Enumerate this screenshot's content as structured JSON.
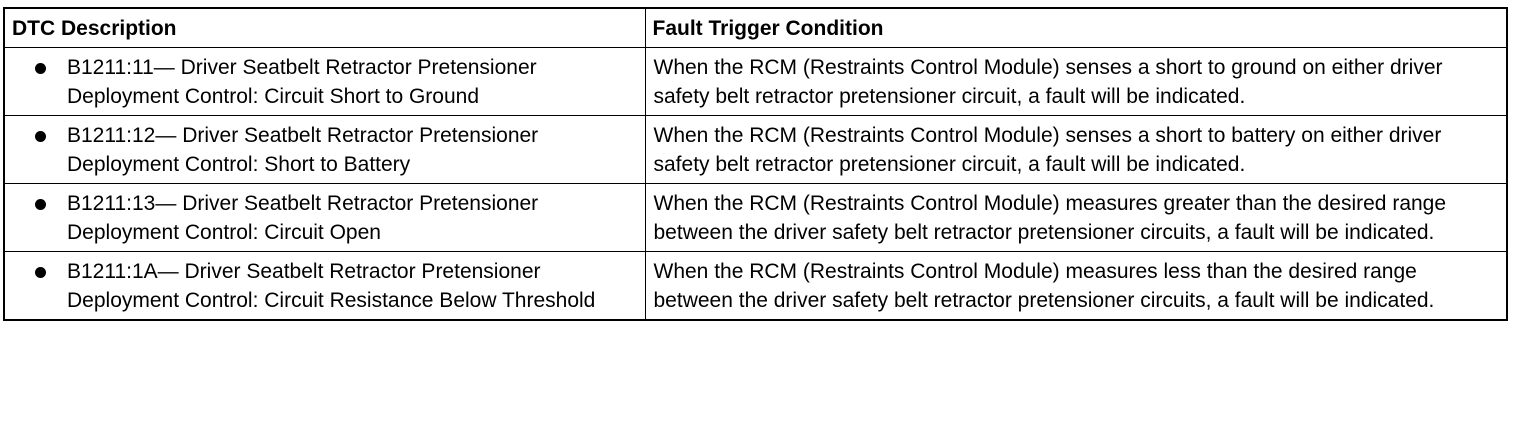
{
  "table": {
    "headers": [
      "DTC Description",
      "Fault Trigger Condition"
    ],
    "rows": [
      {
        "description": "B1211:11— Driver Seatbelt Retractor Pretensioner Deployment Control: Circuit Short to Ground",
        "condition": "When the RCM (Restraints Control Module) senses a short to ground on either driver safety belt retractor pretensioner circuit, a fault will be indicated."
      },
      {
        "description": "B1211:12— Driver Seatbelt Retractor Pretensioner Deployment Control: Short to Battery",
        "condition": "When the RCM (Restraints Control Module) senses a short to battery on either driver safety belt retractor pretensioner circuit, a fault will be indicated."
      },
      {
        "description": "B1211:13— Driver Seatbelt Retractor Pretensioner Deployment Control: Circuit Open",
        "condition": "When the RCM (Restraints Control Module) measures greater than the desired range between the driver safety belt retractor pretensioner circuits, a fault will be indicated."
      },
      {
        "description": "B1211:1A— Driver Seatbelt Retractor Pretensioner Deployment Control: Circuit Resistance Below Threshold",
        "condition": "When the RCM (Restraints Control Module) measures less than the desired range between the driver safety belt retractor pretensioner circuits, a fault will be indicated."
      }
    ]
  }
}
